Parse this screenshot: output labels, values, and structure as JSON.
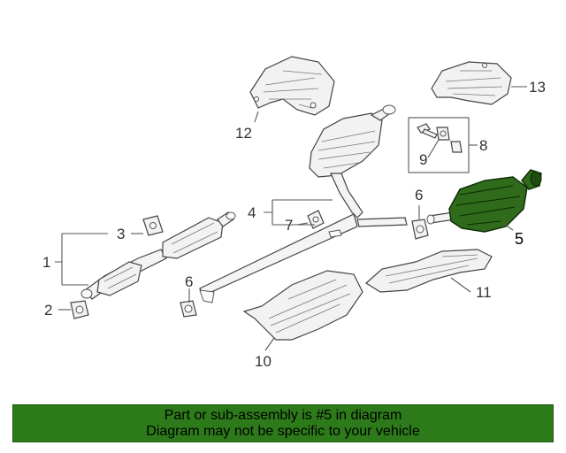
{
  "callouts": {
    "c1": "1",
    "c2": "2",
    "c3": "3",
    "c4": "4",
    "c5": "5",
    "c6a": "6",
    "c6b": "6",
    "c7": "7",
    "c8": "8",
    "c9": "9",
    "c10": "10",
    "c11": "11",
    "c12": "12",
    "c13": "13"
  },
  "banner": {
    "line1": "Part or sub-assembly is #5 in diagram",
    "line2": "Diagram may not be specific to your vehicle"
  },
  "colors": {
    "highlight_part": "#2f6b1a",
    "banner_background": "#2d7a1a"
  }
}
